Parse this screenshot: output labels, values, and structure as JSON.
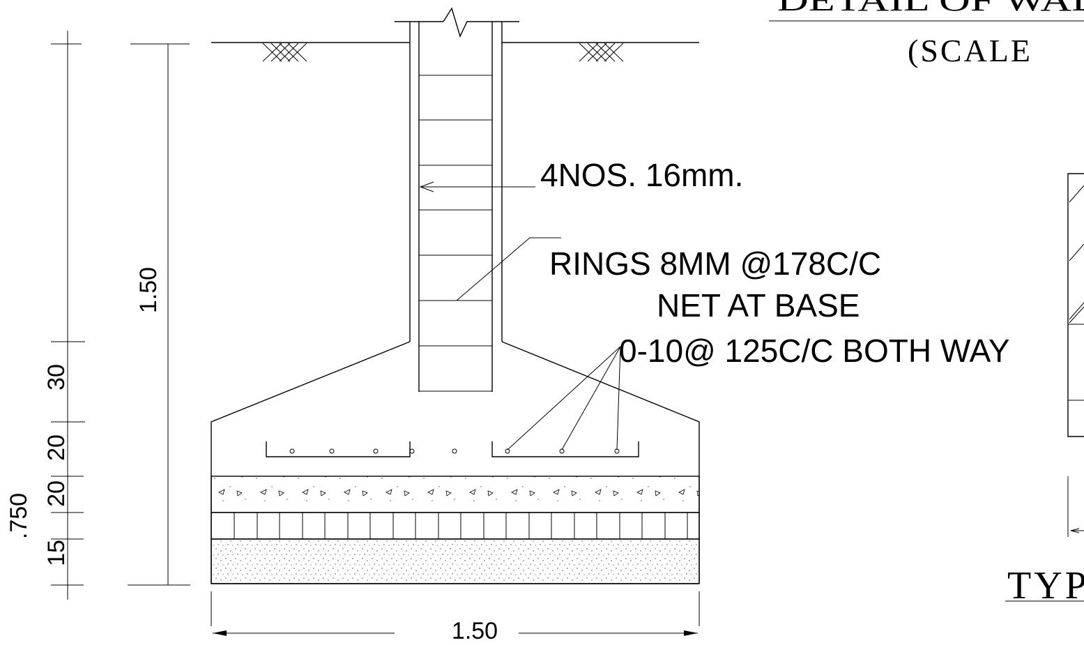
{
  "title": {
    "line1": "DETAIL OF WAL",
    "line2": "(SCALE"
  },
  "labels": {
    "main_bars": "4NOS. 16mm.",
    "rings": "RINGS 8MM @178C/C",
    "net_at_base": "NET AT BASE",
    "net_bars": "0-10@ 125C/C BOTH WAY"
  },
  "dimensions": {
    "overall_height": "1.50",
    "base_width": "1.50",
    "left_total": ".750",
    "layer_30": "30",
    "layer_20_a": "20",
    "layer_20_b": "20",
    "layer_15": "15"
  },
  "side_title": "TYP",
  "colors": {
    "ink": "#000000",
    "background": "#ffffff"
  }
}
